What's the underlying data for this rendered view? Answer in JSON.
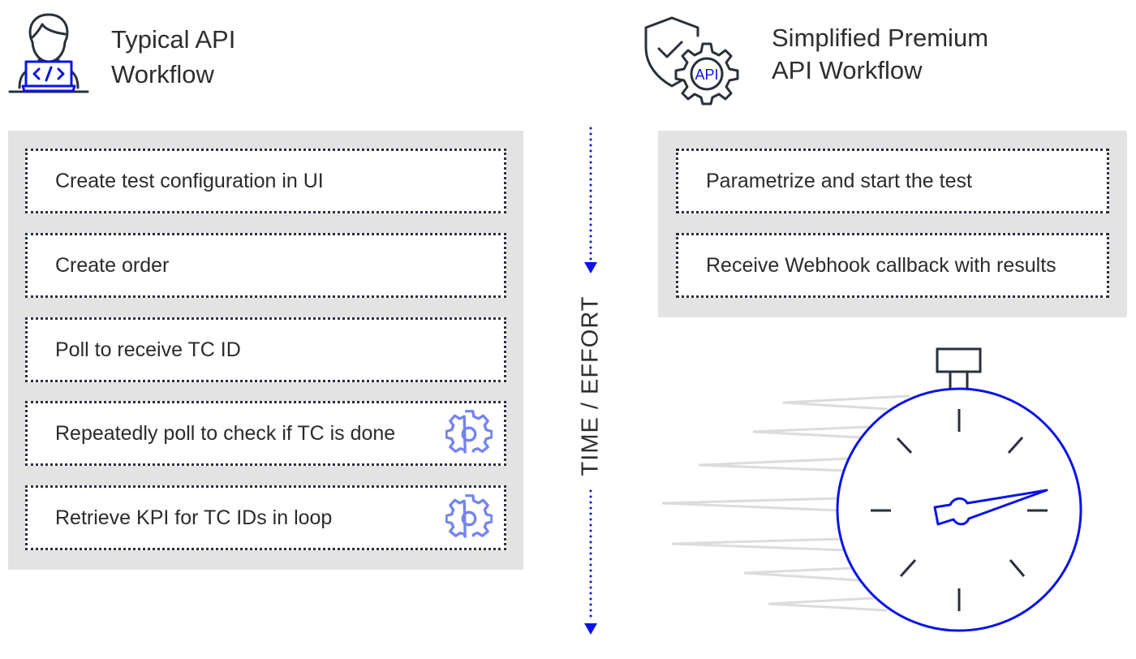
{
  "left": {
    "title_line1": "Typical API",
    "title_line2": "Workflow",
    "icon": "developer-laptop-icon",
    "steps": [
      {
        "label": "Create test configuration in UI",
        "icon": null
      },
      {
        "label": "Create order",
        "icon": null
      },
      {
        "label": "Poll to receive TC ID",
        "icon": null
      },
      {
        "label": "Repeatedly poll to check if TC is done",
        "icon": "gear-icon"
      },
      {
        "label": "Retrieve KPI for TC IDs in loop",
        "icon": "gear-icon"
      }
    ]
  },
  "right": {
    "title_line1": "Simplified Premium",
    "title_line2": "API Workflow",
    "icon": "shield-check-api-gear-icon",
    "icon_text": "API",
    "steps": [
      {
        "label": "Parametrize and start the test"
      },
      {
        "label": "Receive Webhook callback with results"
      }
    ],
    "illustration": "fast-stopwatch-icon"
  },
  "axis": {
    "label": "TIME / EFFORT",
    "direction": "down"
  },
  "colors": {
    "accent_blue": "#0a14e6",
    "gear_blue": "#7484f0",
    "panel_grey": "#e3e3e3",
    "dark_stroke": "#2a2f3a",
    "speed_lines": "#dcdcdc"
  }
}
